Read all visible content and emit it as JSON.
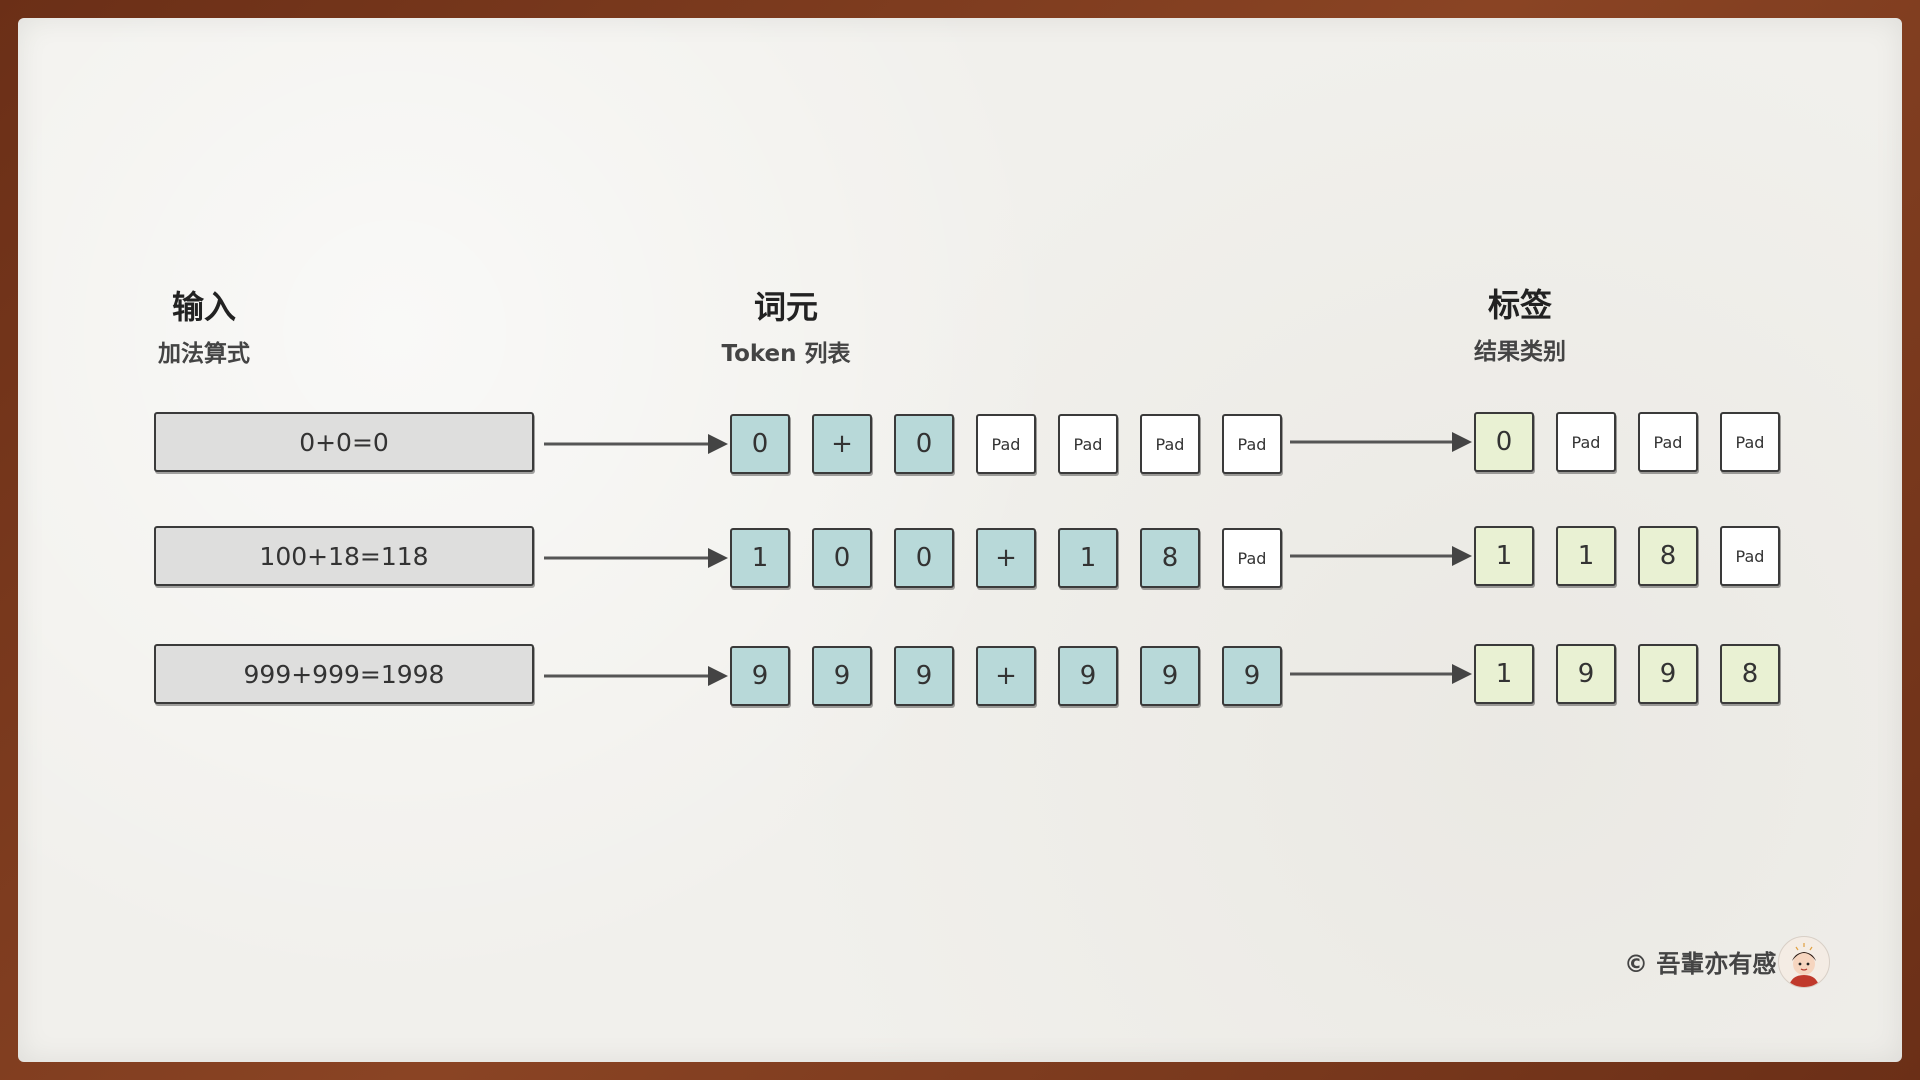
{
  "headers": {
    "input": {
      "title": "输入",
      "subtitle": "加法算式"
    },
    "tokens": {
      "title": "词元",
      "subtitle": "Token 列表"
    },
    "labels": {
      "title": "标签",
      "subtitle": "结果类别"
    }
  },
  "rows": [
    {
      "input": "0+0=0",
      "tokens": [
        "0",
        "+",
        "0",
        "Pad",
        "Pad",
        "Pad",
        "Pad"
      ],
      "labels": [
        "0",
        "Pad",
        "Pad",
        "Pad"
      ]
    },
    {
      "input": "100+18=118",
      "tokens": [
        "1",
        "0",
        "0",
        "+",
        "1",
        "8",
        "Pad"
      ],
      "labels": [
        "1",
        "1",
        "8",
        "Pad"
      ]
    },
    {
      "input": "999+999=1998",
      "tokens": [
        "9",
        "9",
        "9",
        "+",
        "9",
        "9",
        "9"
      ],
      "labels": [
        "1",
        "9",
        "9",
        "8"
      ]
    }
  ],
  "footer": {
    "credit": "© 吾輩亦有感"
  },
  "colors": {
    "token_fill": "#b8d9d9",
    "label_fill": "#e9f1d3",
    "pad_fill": "#ffffff",
    "input_fill": "#dededd"
  },
  "icons": {
    "arrow": "right-arrow-icon",
    "avatar": "author-avatar"
  }
}
